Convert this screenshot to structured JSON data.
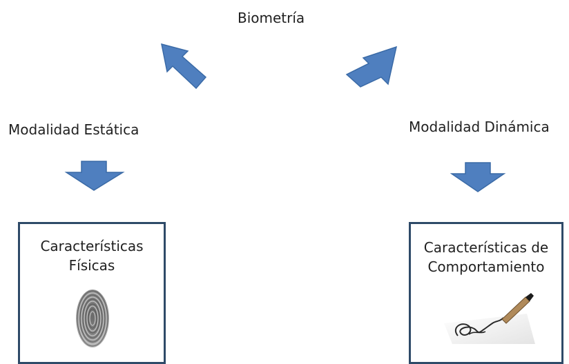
{
  "root": {
    "label": "Biometría"
  },
  "branches": {
    "static": {
      "label": "Modalidad Estática",
      "box_line1": "Características",
      "box_line2": "Físicas",
      "image_icon": "fingerprint-icon"
    },
    "dynamic": {
      "label": "Modalidad Dinámica",
      "box_line1": "Características de",
      "box_line2": "Comportamiento",
      "image_icon": "signature-pen-icon"
    }
  },
  "colors": {
    "arrow": "#4f7fbf",
    "arrow_stroke": "#3a6aa6",
    "box_border": "#2e4a68"
  }
}
